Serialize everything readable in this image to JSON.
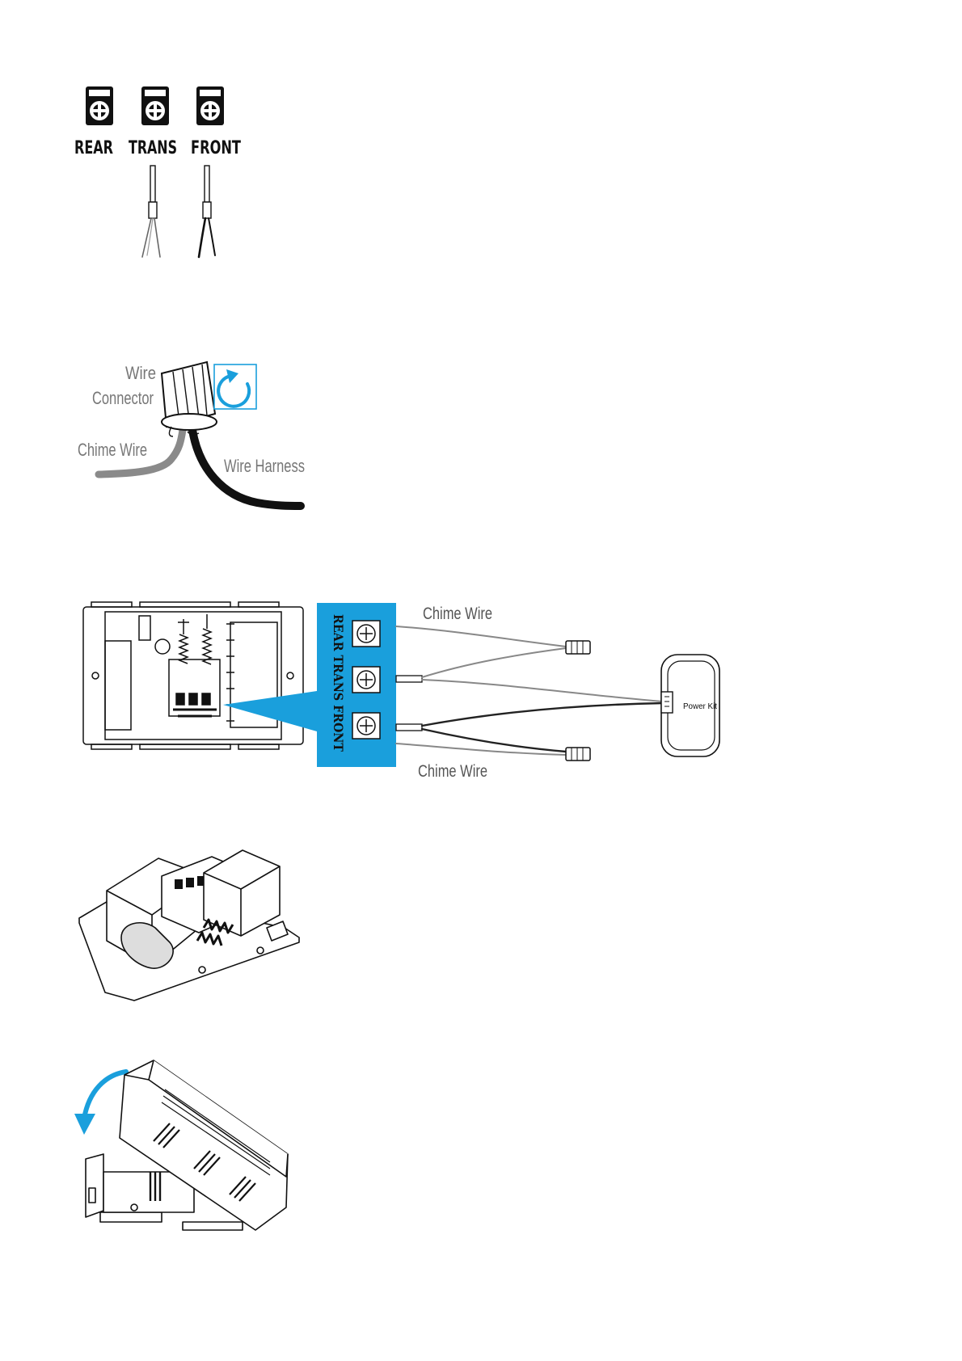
{
  "terminals": {
    "rear": "REAR",
    "trans": "TRANS",
    "front": "FRONT"
  },
  "connector_figure": {
    "wire_connector_line1": "Wire",
    "wire_connector_line2": "Connector",
    "chime_wire": "Chime Wire",
    "wire_harness": "Wire Harness"
  },
  "wiring_figure": {
    "chime_wire_top": "Chime Wire",
    "chime_wire_bottom": "Chime Wire",
    "power_kit": "Power Kit",
    "band_labels": "REAR TRANS FRONT"
  },
  "colors": {
    "accent_blue": "#1a9fdc",
    "chime_wire_gray": "#888888",
    "harness_black": "#111111"
  }
}
